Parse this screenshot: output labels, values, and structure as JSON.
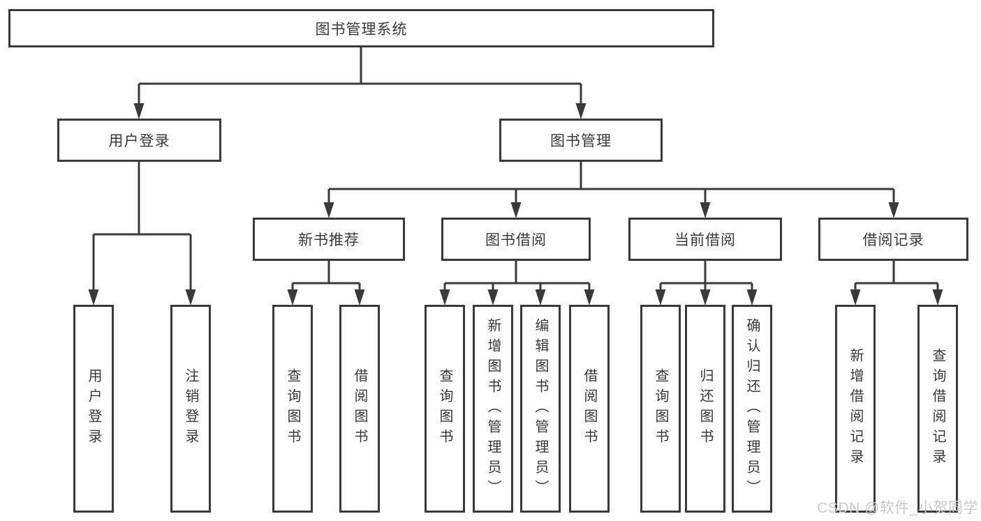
{
  "diagram": {
    "title": "图书管理系统"
  },
  "nodes": {
    "root": {
      "label": "图书管理系统"
    },
    "user_login": {
      "label": "用户登录"
    },
    "book_mgmt": {
      "label": "图书管理"
    },
    "new_book_rec": {
      "label": "新书推荐"
    },
    "book_borrow": {
      "label": "图书借阅"
    },
    "current_borrow": {
      "label": "当前借阅"
    },
    "borrow_record": {
      "label": "借阅记录"
    },
    "leaf_user_login": {
      "label": "用户登录"
    },
    "leaf_logout": {
      "label": "注销登录"
    },
    "leaf_nb_query": {
      "label": "查询图书"
    },
    "leaf_nb_borrow": {
      "label": "借阅图书"
    },
    "leaf_bb_query": {
      "label": "查询图书"
    },
    "leaf_bb_add": {
      "label": "新增图书（管理员）"
    },
    "leaf_bb_edit": {
      "label": "编辑图书（管理员）"
    },
    "leaf_bb_borrow": {
      "label": "借阅图书"
    },
    "leaf_cb_query": {
      "label": "查询图书"
    },
    "leaf_cb_return": {
      "label": "归还图书"
    },
    "leaf_cb_confirm": {
      "label": "确认归还（管理员）"
    },
    "leaf_br_add": {
      "label": "新增借阅记录"
    },
    "leaf_br_query": {
      "label": "查询借阅记录"
    }
  },
  "watermark": {
    "text": "CSDN @软件_小贺同学",
    "color": "#c9c9c9"
  },
  "colors": {
    "line": "#3a3a3a",
    "box_border": "#3a3a3a",
    "text": "#383838",
    "background": "#ffffff"
  }
}
